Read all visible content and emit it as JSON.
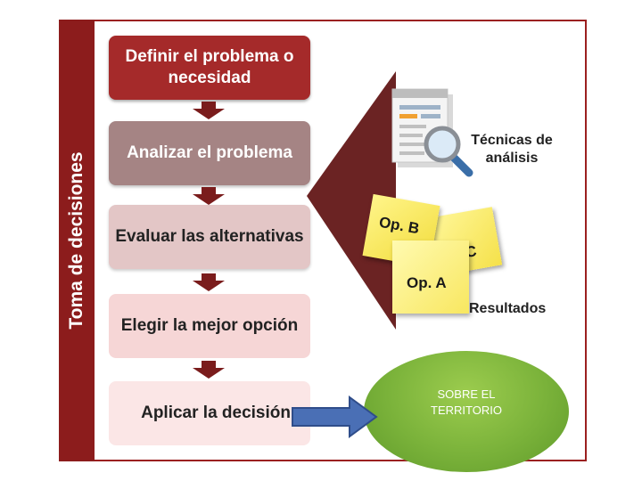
{
  "sidebar": {
    "title": "Toma de decisiones"
  },
  "steps": [
    {
      "label": "Definir el problema o necesidad"
    },
    {
      "label": "Analizar el problema"
    },
    {
      "label": "Evaluar las alternativas"
    },
    {
      "label": "Elegir la mejor opción"
    },
    {
      "label": "Aplicar la decisión"
    }
  ],
  "analysis": {
    "tecnicas_label": "Técnicas de análisis",
    "options": [
      "Op. A",
      "Op. B",
      "C"
    ],
    "resultados_label": "Resultados"
  },
  "outcome": {
    "text": "SOBRE EL TERRITORIO"
  },
  "colors": {
    "primary_red": "#8c1c1c",
    "outcome_green": "#7ab23a",
    "arrow_blue": "#4a6fb5"
  }
}
